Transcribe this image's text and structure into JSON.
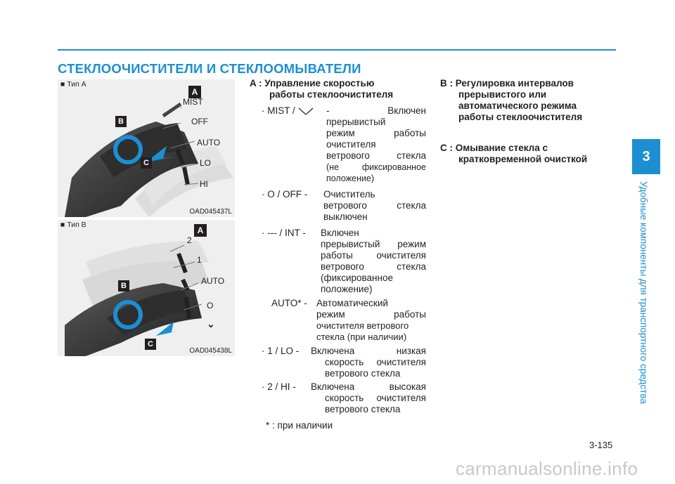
{
  "page": {
    "title": "СТЕКЛООЧИСТИТЕЛИ И СТЕКЛООМЫВАТЕЛИ",
    "chapter_number": "3",
    "chapter_title": "Удобные компоненты для транспортного средства",
    "page_number": "3-135",
    "watermark": "carmanualsonline.info"
  },
  "figures": [
    {
      "label": "■ Тип А",
      "code": "OAD045437L",
      "callouts": {
        "a": "A",
        "b": "B",
        "c": "C"
      },
      "positions": [
        "MIST",
        "OFF",
        "AUTO",
        "LO",
        "HI"
      ]
    },
    {
      "label": "■ Тип В",
      "code": "OAD045438L",
      "callouts": {
        "a": "A",
        "b": "B",
        "c": "C"
      },
      "positions": [
        "2",
        "1",
        "AUTO",
        "O",
        "⌄"
      ]
    }
  ],
  "section_a": {
    "header_line1": "A : Управление скоростью",
    "header_line2": "работы стеклоочистителя",
    "items": [
      {
        "key": "· MIST / ",
        "lines": [
          "- Включен",
          "прерывистый",
          "режим работы",
          "очистителя",
          "ветрового стекла",
          "(не фиксированное",
          "положение)"
        ]
      },
      {
        "key": "· O / OFF - ",
        "lines": [
          "Очиститель",
          "ветрового стекла",
          "выключен"
        ]
      },
      {
        "key": "· --- / INT - ",
        "lines": [
          "Включен",
          "прерывистый режим",
          "работы очистителя",
          "ветрового стекла",
          "(фиксированное",
          "положение)"
        ]
      },
      {
        "key": "AUTO* - ",
        "lines": [
          "Автоматический",
          "режим работы",
          "очистителя ветрового",
          "стекла (при наличии)"
        ]
      },
      {
        "key": "· 1 / LO - ",
        "lines": [
          "Включена низкая",
          "скорость очистителя",
          "ветрового стекла"
        ]
      },
      {
        "key": "· 2 / HI - ",
        "lines": [
          "Включена высокая",
          "скорость очистителя",
          "ветрового стекла"
        ]
      }
    ],
    "footnote": "* : при наличии"
  },
  "section_b": {
    "line1": "B : Регулировка интервалов",
    "line2": "прерывистого или",
    "line3": "автоматического режима",
    "line4": "работы стеклоочистителя"
  },
  "section_c": {
    "line1": "C : Омывание стекла с",
    "line2": "кратковременной очисткой"
  }
}
